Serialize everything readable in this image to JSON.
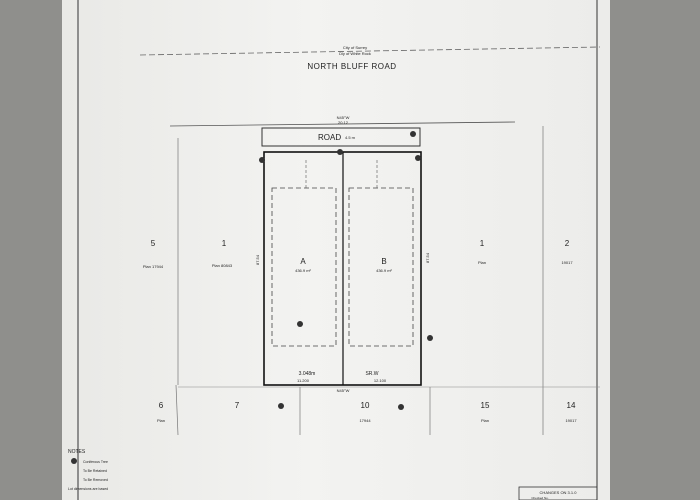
{
  "road": {
    "name": "NORTH BLUFF ROAD",
    "small_note": "City of Surrey",
    "small_note2": "Dly of White Rock",
    "top_bearing": "N45°W",
    "top_distance": "20.12",
    "lane_label": "ROAD",
    "lane_width": "4.5 m"
  },
  "lots": {
    "subject_a": {
      "letter": "A",
      "area": "436.9 m²"
    },
    "subject_b": {
      "letter": "B",
      "area": "436.9 m²"
    },
    "left_5": {
      "number": "5",
      "plan": "Plan 17944"
    },
    "left_1": {
      "number": "1",
      "plan": "Plan 80843"
    },
    "right_1": {
      "number": "1",
      "plan": "Plan"
    },
    "right_2": {
      "number": "2",
      "plan": "19017"
    },
    "bottom_6": {
      "number": "6",
      "plan": "Plan"
    },
    "bottom_7": {
      "number": "7"
    },
    "bottom_10": {
      "number": "10",
      "plan": "17944"
    },
    "bottom_15": {
      "number": "15",
      "plan": "Plan"
    },
    "bottom_14": {
      "number": "14",
      "plan": "19017"
    }
  },
  "dimensions": {
    "bottom_split": "3.048m",
    "bottom_plan": "SR.W",
    "left_side": "87.54",
    "right_side": "87.54",
    "bottom_left": "11.200",
    "bottom_right": "12.100",
    "bottom_total": "N45°W"
  },
  "notes": {
    "title": "NOTES",
    "items": [
      "Coniferous Tree",
      "To Be Retained",
      "To Be Removed",
      "Lot dimensions are based"
    ]
  },
  "title_block": {
    "label": "CHANGES ON 3.1.0",
    "sub": "Checked No."
  }
}
